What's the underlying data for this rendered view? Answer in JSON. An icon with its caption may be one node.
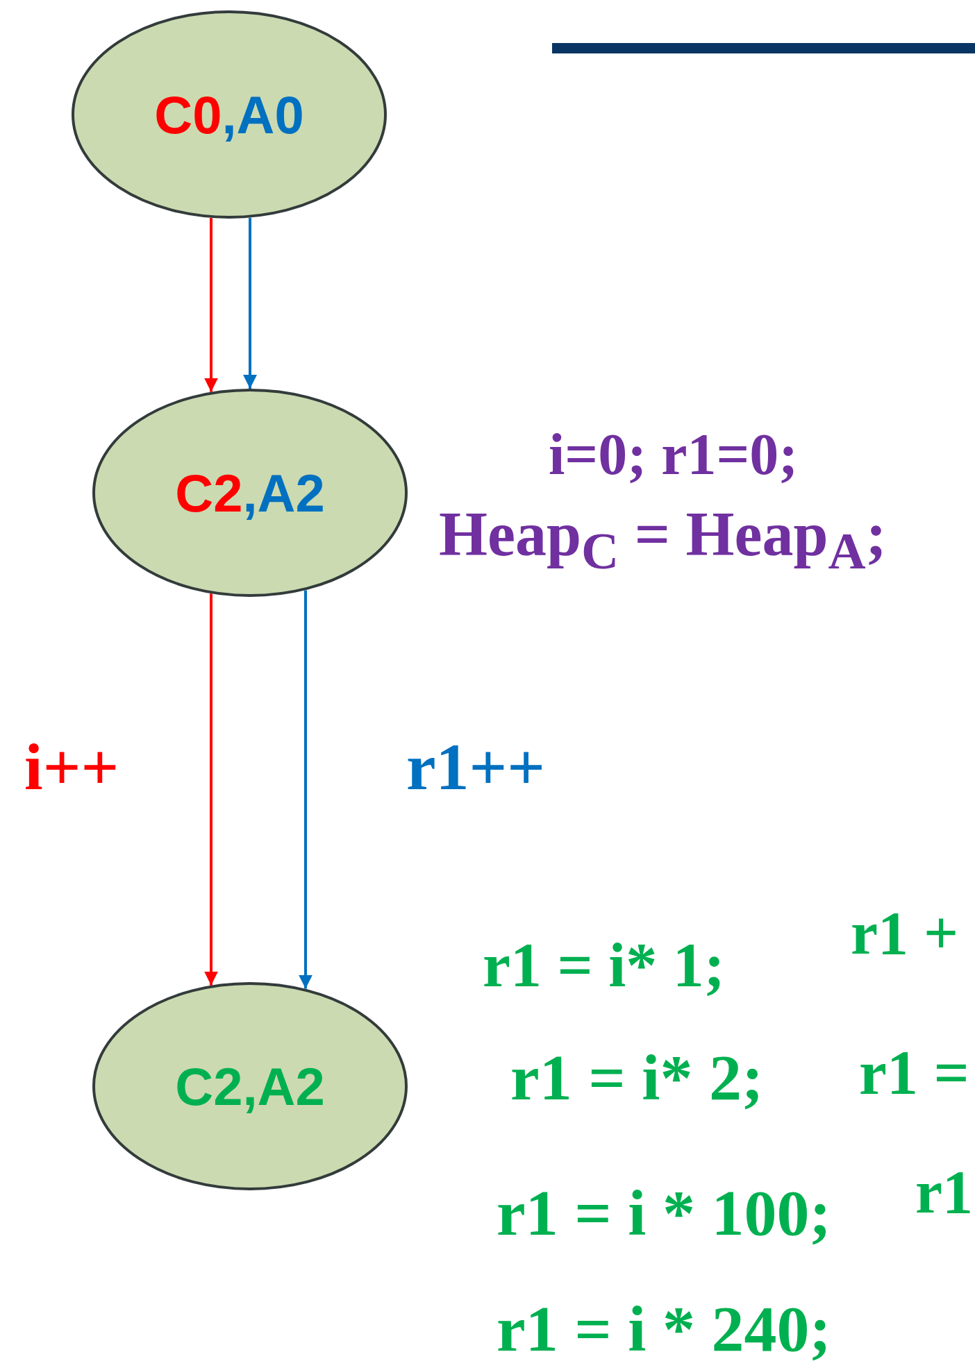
{
  "diagram": {
    "nodes": [
      {
        "text": [
          "C0,A0"
        ]
      },
      {
        "text": [
          "C2,A2"
        ]
      },
      {
        "text": [
          "C2,A2"
        ]
      },
      {
        "text": [],
        "shape": "bar"
      }
    ],
    "edges": [
      {
        "from": 0,
        "to": 1,
        "arrow": "to",
        "color": "#ff0000"
      },
      {
        "from": 0,
        "to": 1,
        "arrow": "to",
        "color": "#0070c0"
      },
      {
        "from": 1,
        "to": 2,
        "arrow": "to",
        "color": "#ff0000",
        "label": "i++"
      },
      {
        "from": 1,
        "to": 2,
        "arrow": "to",
        "color": "#0070c0",
        "label": "r1++"
      }
    ],
    "labels": [
      "i=0; r1=0;",
      "Heap$_{C}$ = Heap$_{A}$;",
      "r1 +",
      "r1 = i* 1;",
      "r1 = i* 2;",
      "r1 =",
      "r1 = i * 100;",
      "r1",
      "r1 = i * 240;"
    ]
  }
}
